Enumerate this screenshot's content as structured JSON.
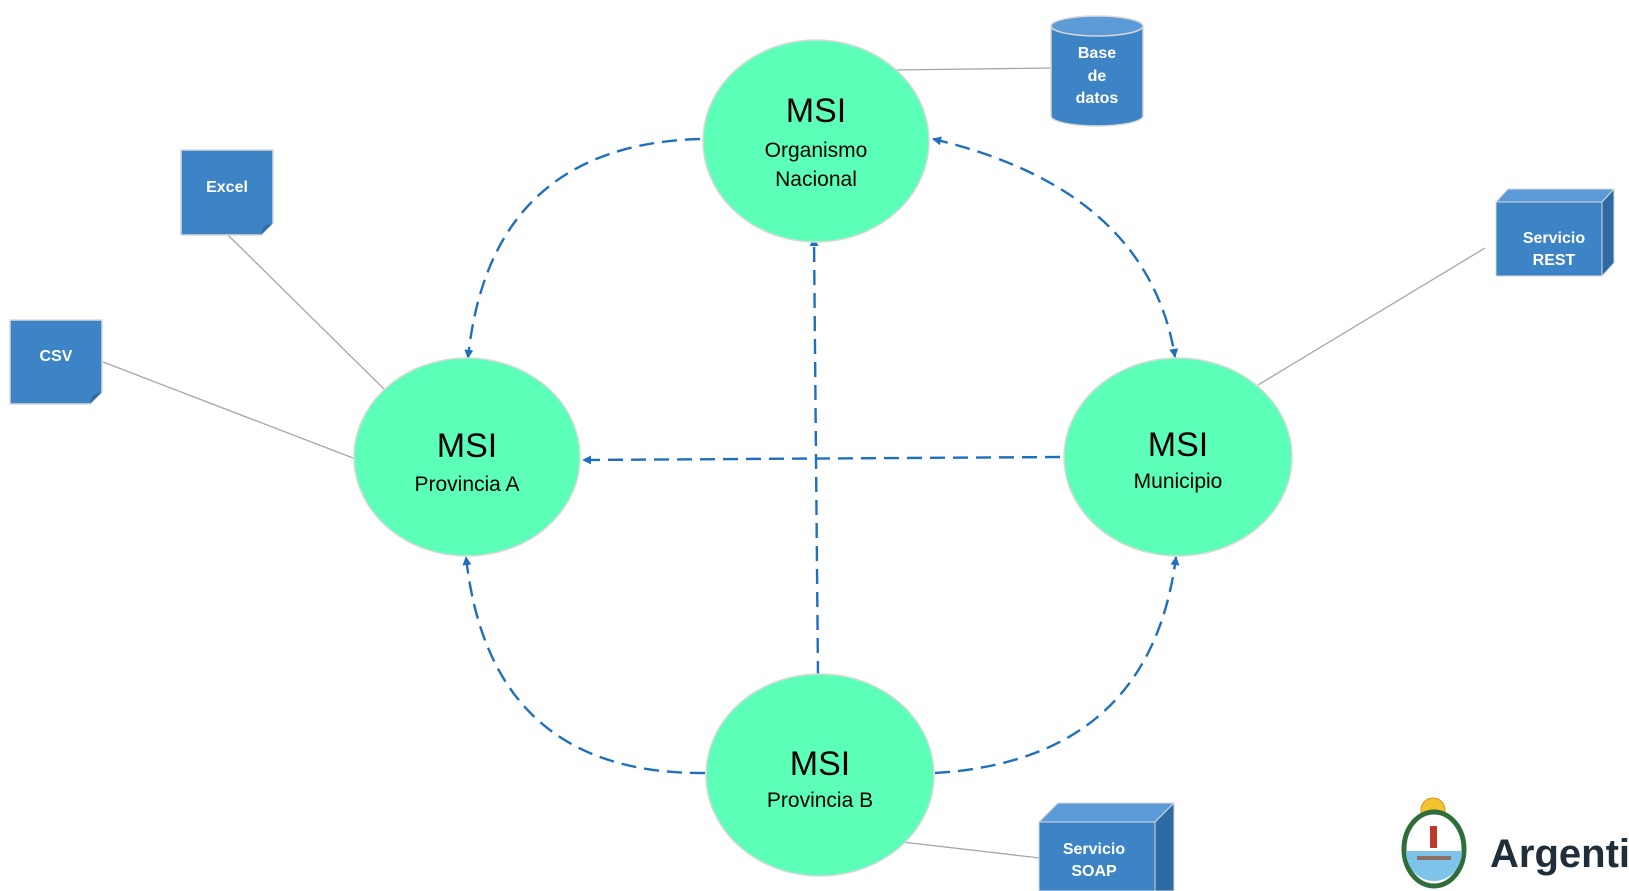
{
  "nodes": {
    "nacional": {
      "title": "MSI",
      "line1": "Organismo",
      "line2": "Nacional"
    },
    "provincia_a": {
      "title": "MSI",
      "line1": "Provincia A"
    },
    "municipio": {
      "title": "MSI",
      "line1": "Municipio"
    },
    "provincia_b": {
      "title": "MSI",
      "line1": "Provincia B"
    }
  },
  "sources": {
    "base_datos": {
      "line1": "Base",
      "line2": "de",
      "line3": "datos"
    },
    "excel": {
      "label": "Excel"
    },
    "csv": {
      "label": "CSV"
    },
    "rest": {
      "line1": "Servicio",
      "line2": "REST"
    },
    "soap": {
      "line1": "Servicio",
      "line2": "SOAP"
    }
  },
  "brand": {
    "name": "Argentina"
  },
  "colors": {
    "node_fill": "#5cffb8",
    "node_stroke": "#d9d9d9",
    "box_fill": "#3d84c6",
    "box_dark": "#2e6aa3",
    "arrow": "#1f6fbf",
    "connector": "#a6a6a6"
  }
}
